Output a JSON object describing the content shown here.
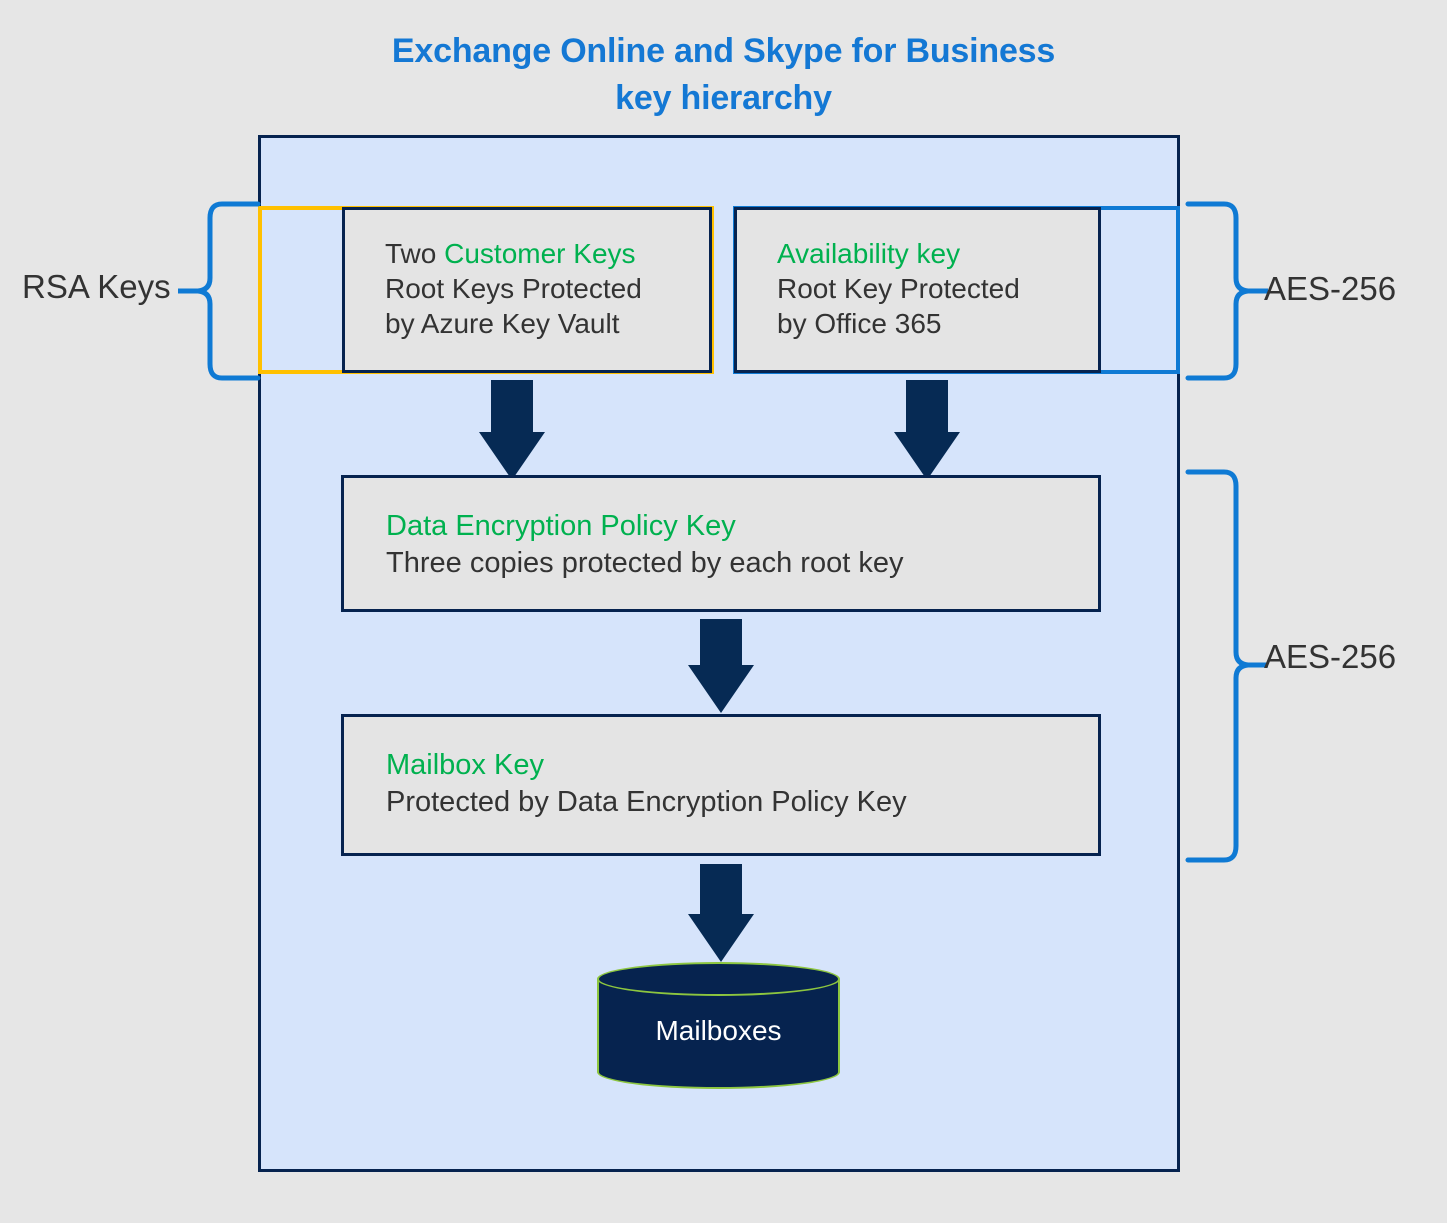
{
  "title": {
    "line1": "Exchange Online and Skype for Business",
    "line2": "key hierarchy",
    "color": "#1478d4"
  },
  "colors": {
    "background": "#e6e6e6",
    "panel_fill": "#d6e4fb",
    "panel_border": "#06234f",
    "box_fill": "#e4e4e4",
    "box_border": "#06234f",
    "accent_green": "#00b14f",
    "accent_yellow": "#ffc000",
    "accent_blue": "#0f7ad4",
    "arrow": "#062a54",
    "cylinder_fill": "#06234f",
    "cylinder_stroke": "#8dc63f",
    "text": "#333333"
  },
  "side_labels": {
    "rsa": "RSA Keys",
    "aes_top": "AES-256",
    "aes_bottom": "AES-256"
  },
  "boxes": {
    "customer_keys": {
      "line1_prefix": "Two ",
      "line1_highlight": "Customer Keys",
      "line2": "Root Keys Protected",
      "line3": "by Azure Key Vault",
      "outline_color": "#ffc000"
    },
    "availability_key": {
      "line1": "Availability key",
      "line2": "Root Key Protected",
      "line3": "by Office 365",
      "outline_color": "#0f7ad4"
    },
    "data_encryption_policy_key": {
      "line1": "Data Encryption Policy Key",
      "line2": "Three copies protected by each root key"
    },
    "mailbox_key": {
      "line1": "Mailbox Key",
      "line2": "Protected by Data Encryption Policy Key"
    }
  },
  "datastore": {
    "label": "Mailboxes"
  },
  "flows": [
    {
      "from": "customer_keys",
      "to": "data_encryption_policy_key"
    },
    {
      "from": "availability_key",
      "to": "data_encryption_policy_key"
    },
    {
      "from": "data_encryption_policy_key",
      "to": "mailbox_key"
    },
    {
      "from": "mailbox_key",
      "to": "datastore"
    }
  ]
}
